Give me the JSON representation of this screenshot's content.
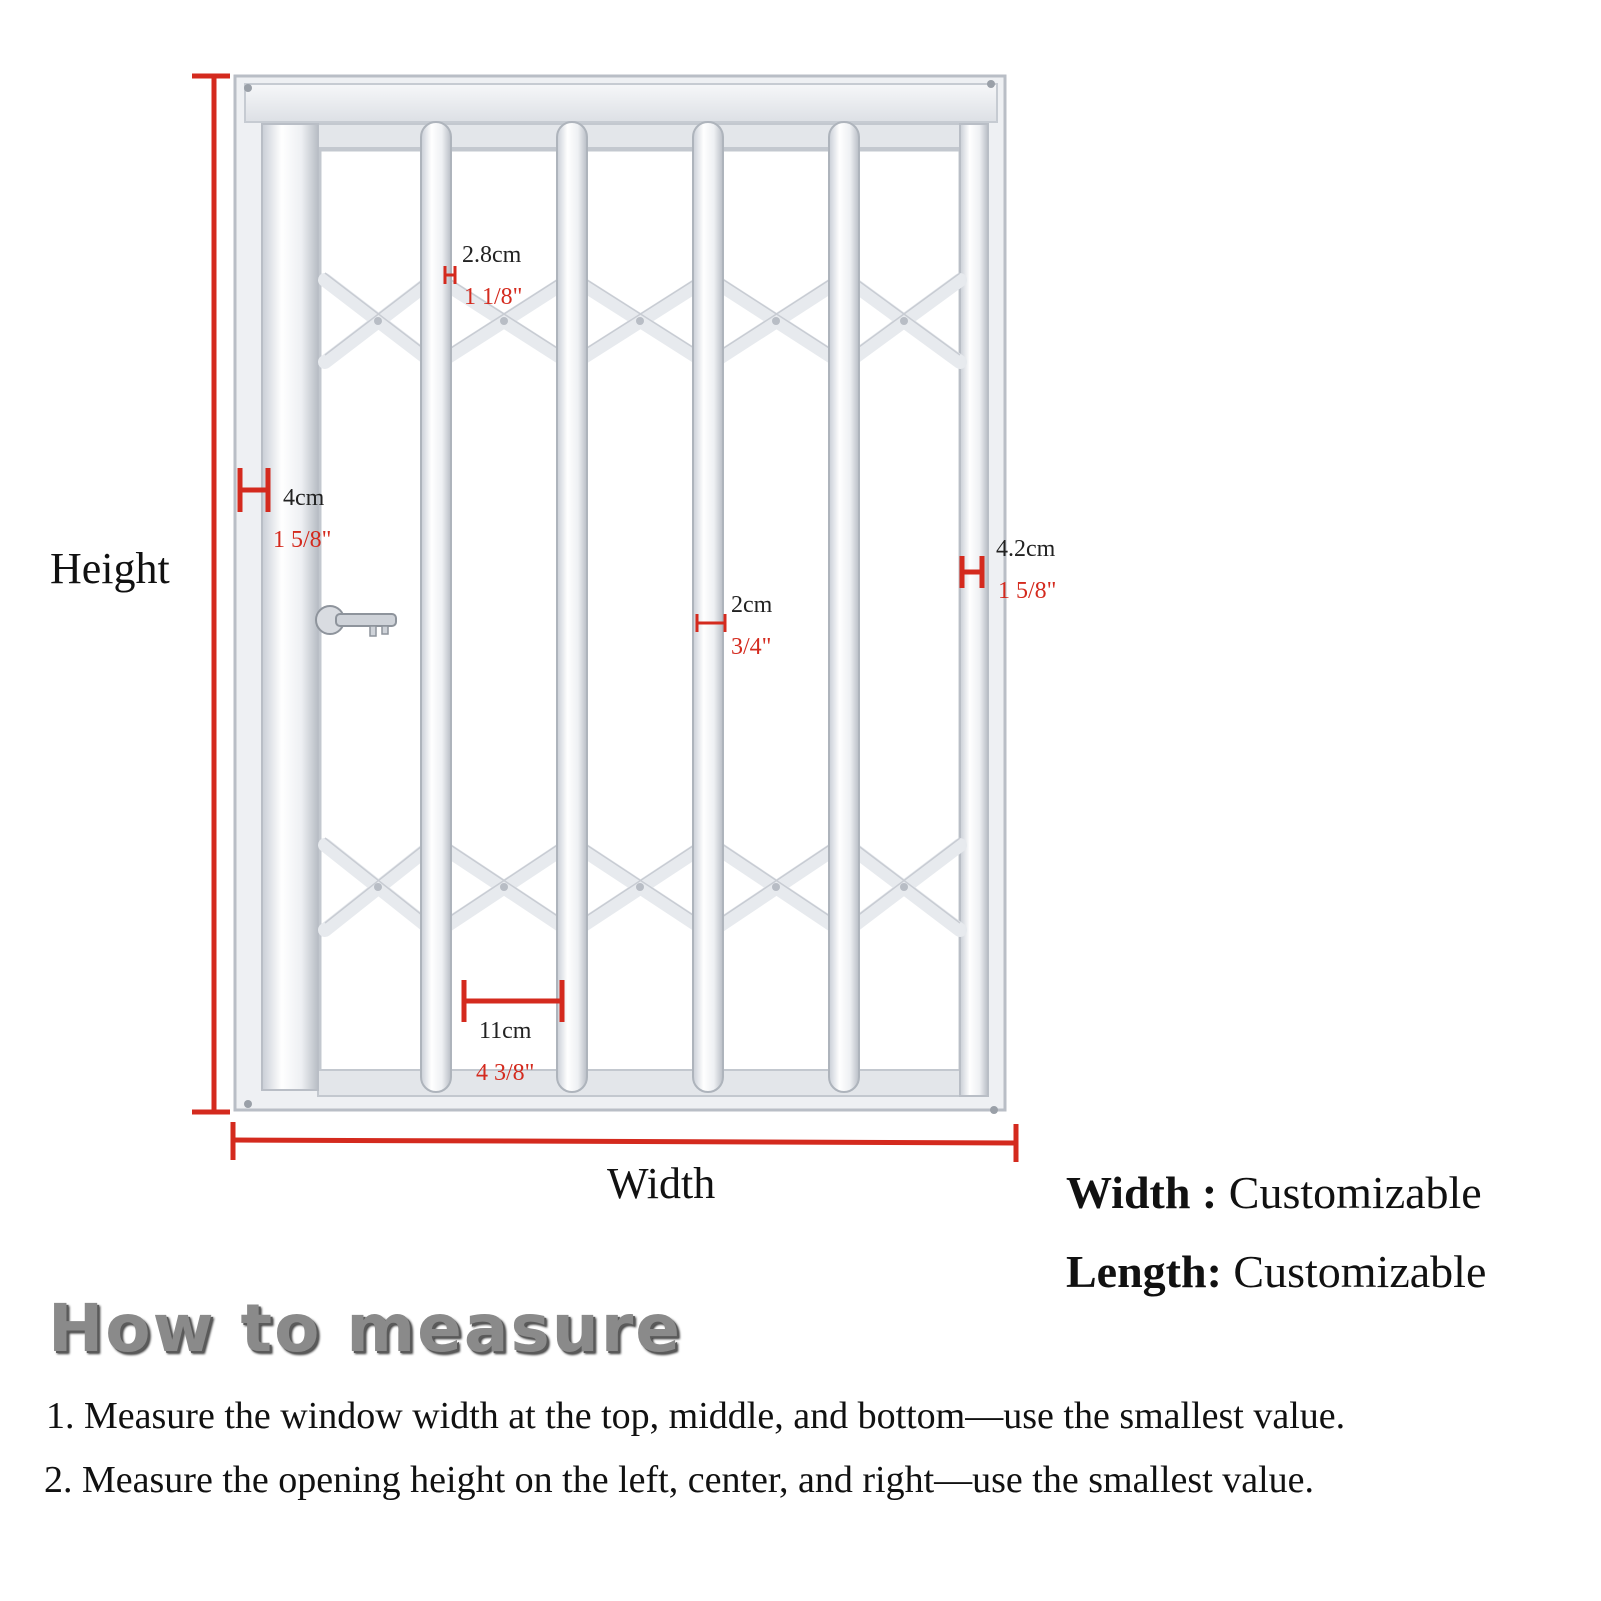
{
  "labels": {
    "height": "Height",
    "width": "Width"
  },
  "measurements": {
    "bar_gap": {
      "cm": "2.8cm",
      "inch": "1 1/8\""
    },
    "side_frame": {
      "cm": "4cm",
      "inch": "1 5/8\""
    },
    "right_frame": {
      "cm": "4.2cm",
      "inch": "1 5/8\""
    },
    "bar": {
      "cm": "2cm",
      "inch": "3/4\""
    },
    "spacing": {
      "cm": "11cm",
      "inch": "4 3/8\""
    }
  },
  "specs": {
    "width_label": "Width :",
    "width_value": "Customizable",
    "length_label": "Length:",
    "length_value": "Customizable"
  },
  "how_to": {
    "title": "How to measure",
    "steps": [
      "1. Measure the window width at the top, middle, and bottom—use the smallest value.",
      "2. Measure the opening height on the left, center, and right—use the smallest value."
    ]
  },
  "colors": {
    "dimension_line": "#d42a1e",
    "frame": "#eef0f3",
    "frame_edge": "#b9bec6"
  }
}
